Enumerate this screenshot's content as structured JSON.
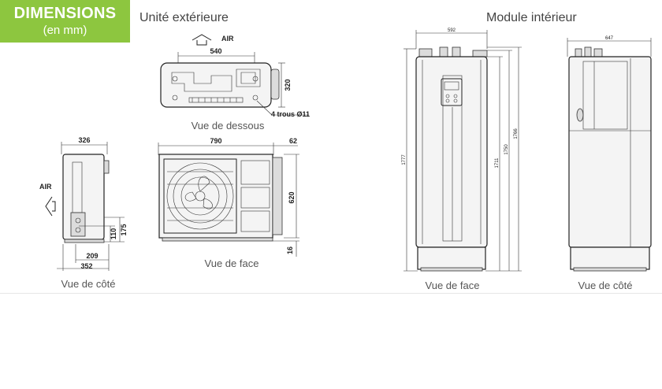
{
  "badge": {
    "title": "DIMENSIONS",
    "subtitle": "(en mm)"
  },
  "outdoor": {
    "title": "Unité extérieure",
    "air_top": "AIR",
    "air_side": "AIR",
    "bottom_view": {
      "caption": "Vue de dessous",
      "dim_width": "540",
      "dim_depth": "320",
      "holes_note": "4 trous Ø11"
    },
    "side_view": {
      "caption": "Vue de côté",
      "dim_top": "326",
      "dim_bottom_a": "209",
      "dim_bottom_b": "352",
      "dim_h_a": "110",
      "dim_h_b": "175"
    },
    "front_view": {
      "caption": "Vue de face",
      "dim_width": "790",
      "dim_depth": "62",
      "dim_height": "620",
      "dim_foot": "16"
    }
  },
  "indoor": {
    "title": "Module intérieur",
    "front_view": {
      "caption": "Vue de face",
      "dim_width": "592",
      "dim_h1": "1777",
      "dim_h2": "1766",
      "dim_h3": "1750",
      "dim_h4": "1711"
    },
    "side_view": {
      "caption": "Vue de côté",
      "dim_width": "647"
    }
  },
  "colors": {
    "badge_bg": "#8dc63f"
  }
}
